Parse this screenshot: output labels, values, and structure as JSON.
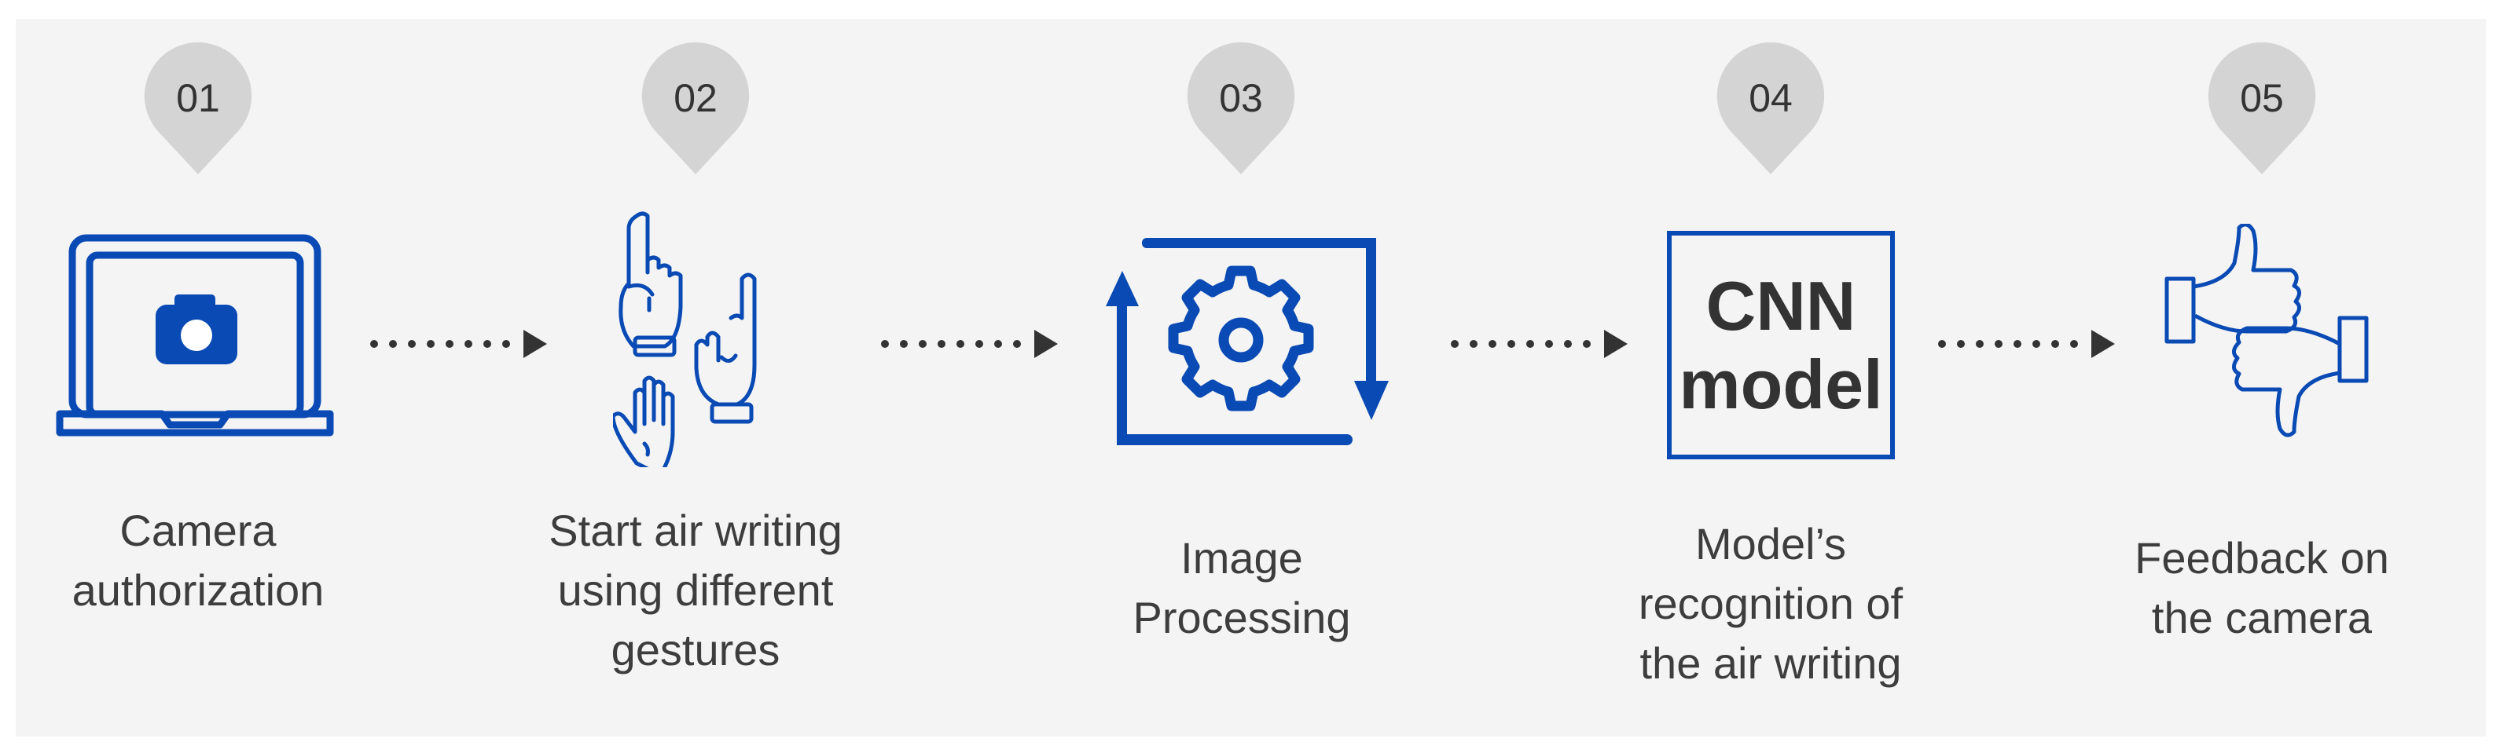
{
  "colors": {
    "accent": "#0a4ab4",
    "bubble": "#d4d4d4",
    "text": "#3d3d3d",
    "arrow": "#333333",
    "panel": "#f4f4f4"
  },
  "steps": [
    {
      "number": "01",
      "icon": "laptop-camera-icon",
      "label": [
        "Camera",
        "authorization"
      ]
    },
    {
      "number": "02",
      "icon": "hand-gestures-icon",
      "label": [
        "Start air writing",
        "using different",
        "gestures"
      ]
    },
    {
      "number": "03",
      "icon": "gear-cycle-icon",
      "label": [
        "Image",
        "Processing"
      ]
    },
    {
      "number": "04",
      "icon": "cnn-model-box",
      "box_text": [
        "CNN",
        "model"
      ],
      "label": [
        "Model’s",
        "recognition of",
        "the air writing"
      ]
    },
    {
      "number": "05",
      "icon": "thumbs-up-down-icon",
      "label": [
        "Feedback on",
        "the camera"
      ]
    }
  ]
}
